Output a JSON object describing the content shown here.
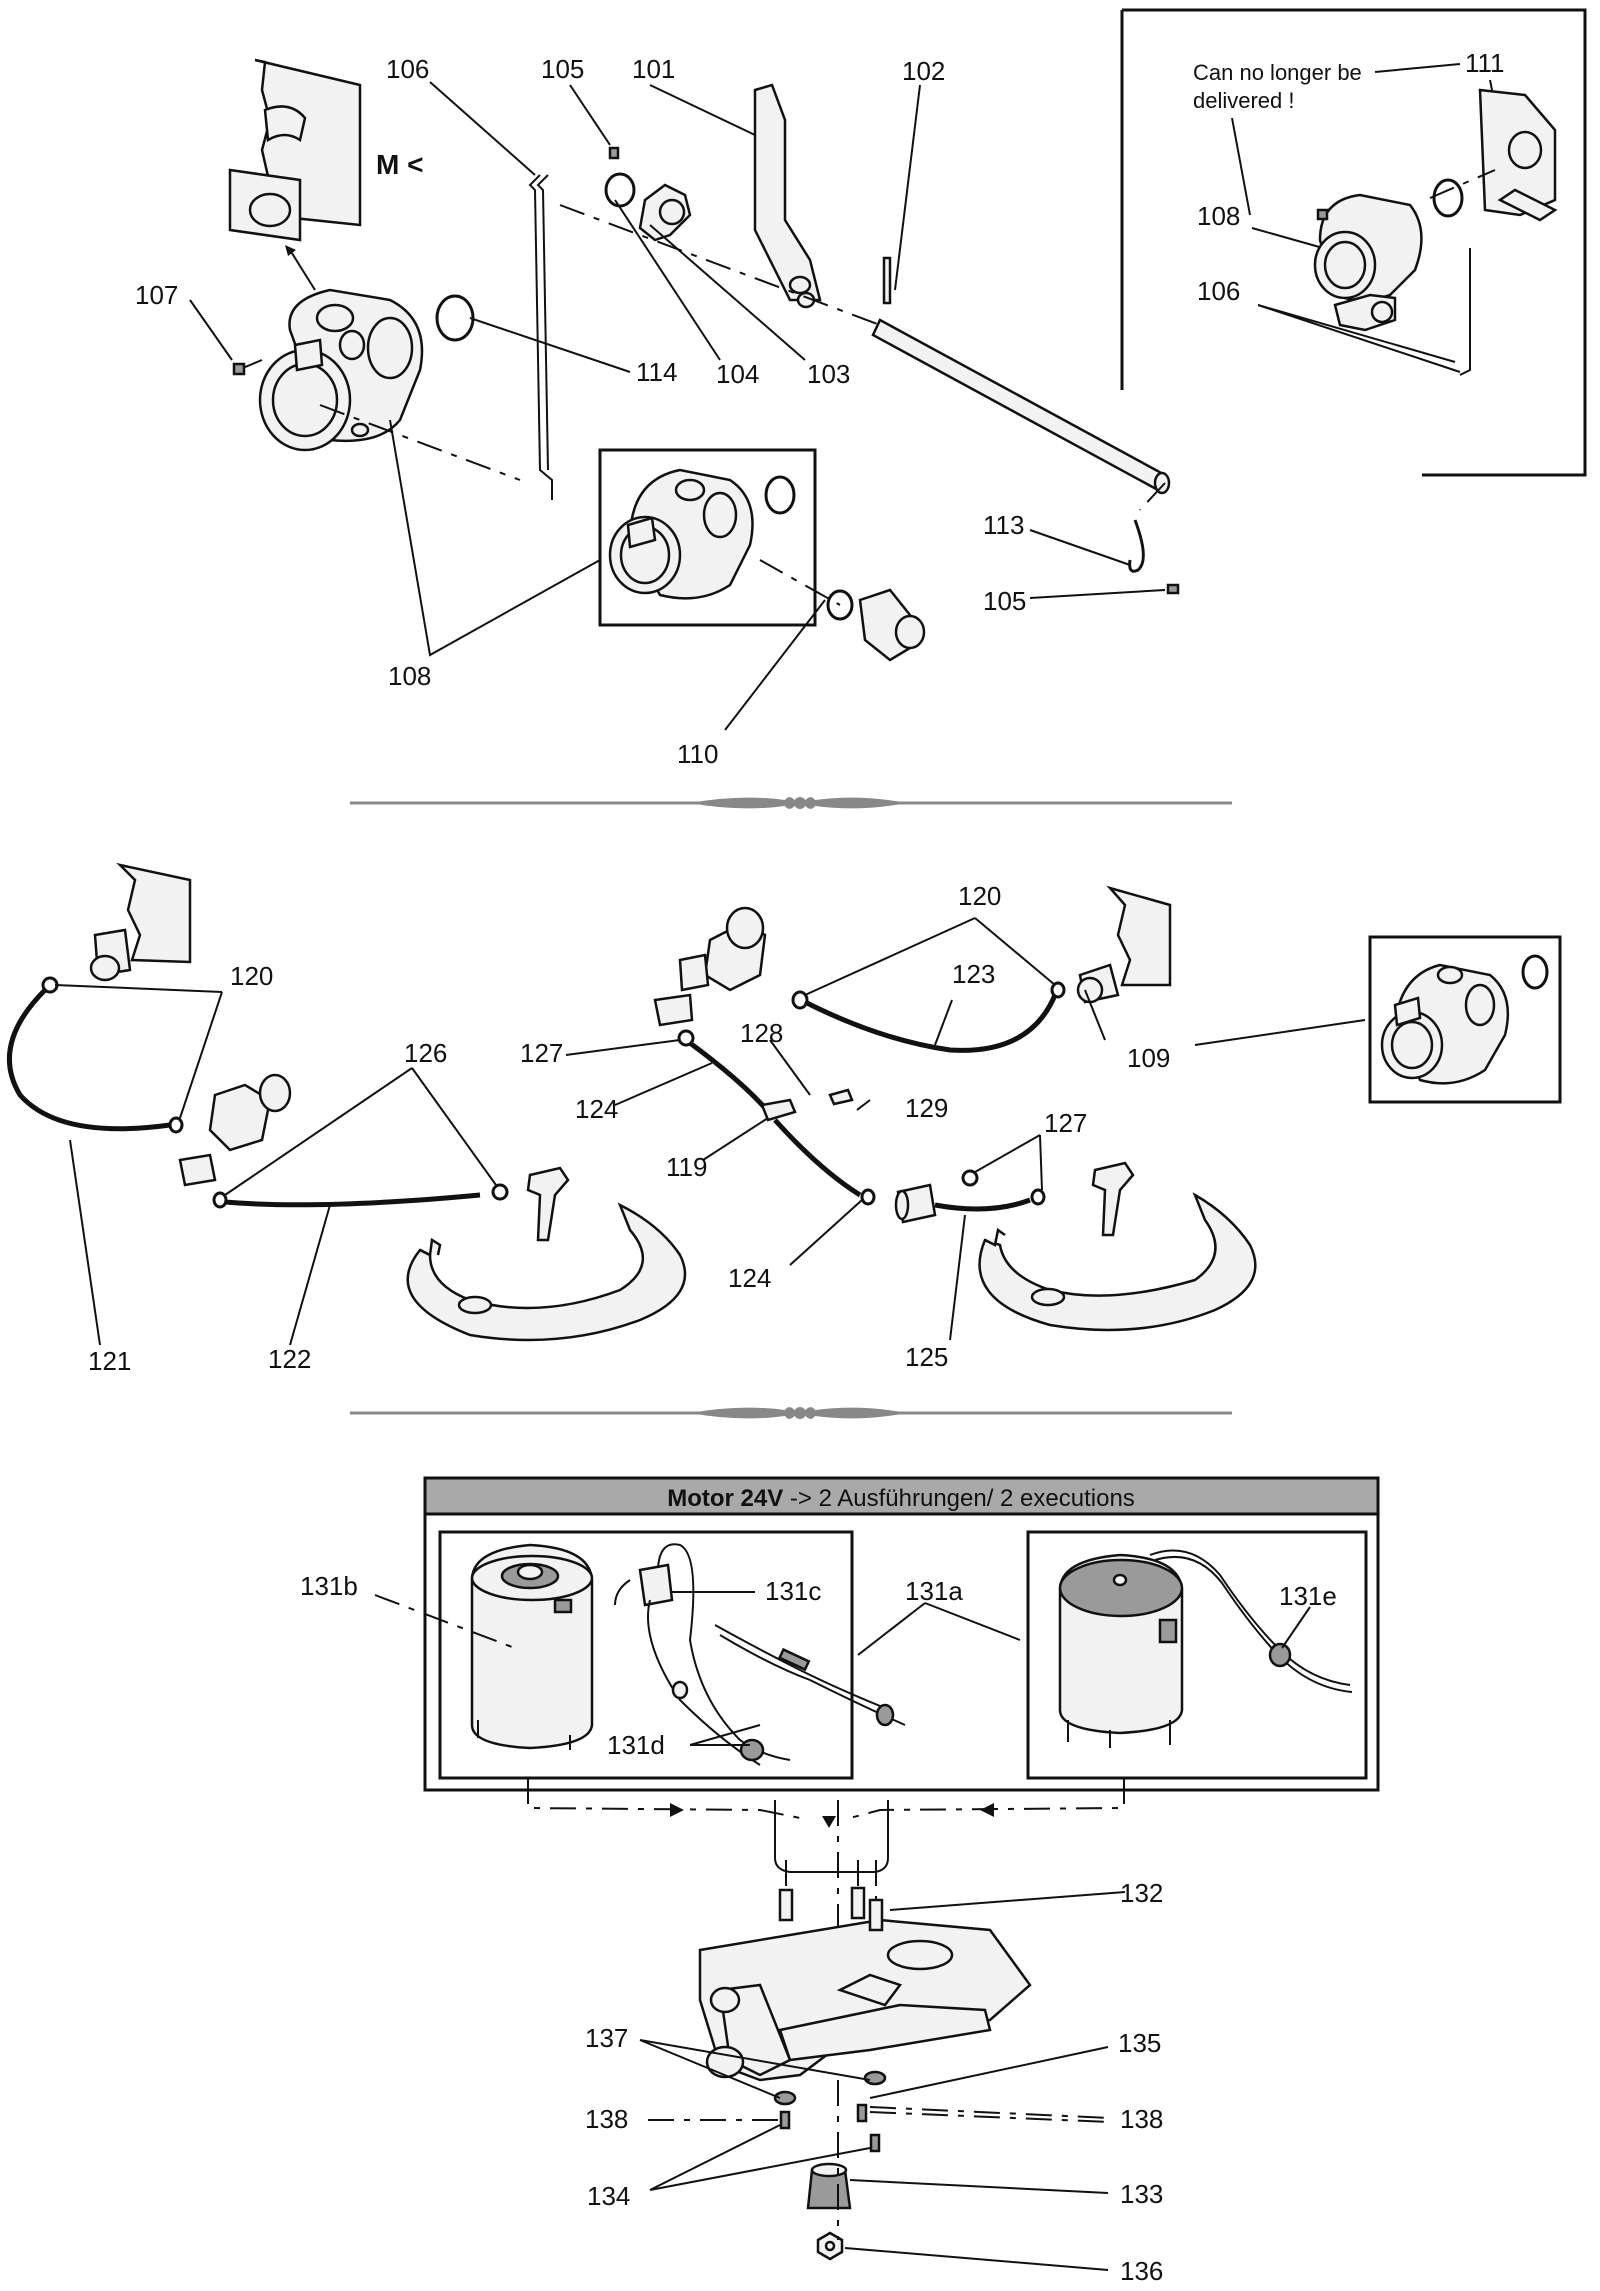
{
  "section1": {
    "callouts": {
      "c106": "106",
      "c105a": "105",
      "c101": "101",
      "c102": "102",
      "c107": "107",
      "c114": "114",
      "c104": "104",
      "c103": "103",
      "c113": "113",
      "c105b": "105",
      "c108": "108",
      "c110": "110"
    },
    "mounting_mark": "M <",
    "inset": {
      "note": [
        "Can no  longer be",
        "delivered !"
      ],
      "c111": "111",
      "c108": "108",
      "c106": "106"
    }
  },
  "section2": {
    "callouts": {
      "c120a": "120",
      "c126": "126",
      "c121": "121",
      "c122": "122",
      "c120b": "120",
      "c123": "123",
      "c127a": "127",
      "c128": "128",
      "c129": "129",
      "c124a": "124",
      "c119": "119",
      "c127b": "127",
      "c124b": "124",
      "c125": "125",
      "c109": "109"
    }
  },
  "section3": {
    "banner_bold": "Motor 24V",
    "banner_rest": " -> 2 Ausführungen/ 2 executions",
    "callouts": {
      "c131b": "131b",
      "c131c": "131c",
      "c131a": "131a",
      "c131e": "131e",
      "c131d": "131d",
      "c132": "132",
      "c137": "137",
      "c135": "135",
      "c138a": "138",
      "c138b": "138",
      "c134": "134",
      "c133": "133",
      "c136": "136"
    }
  },
  "colors": {
    "ink": "#111111",
    "banner": "#a9a9a9",
    "part_fill": "#f2f2f2"
  }
}
